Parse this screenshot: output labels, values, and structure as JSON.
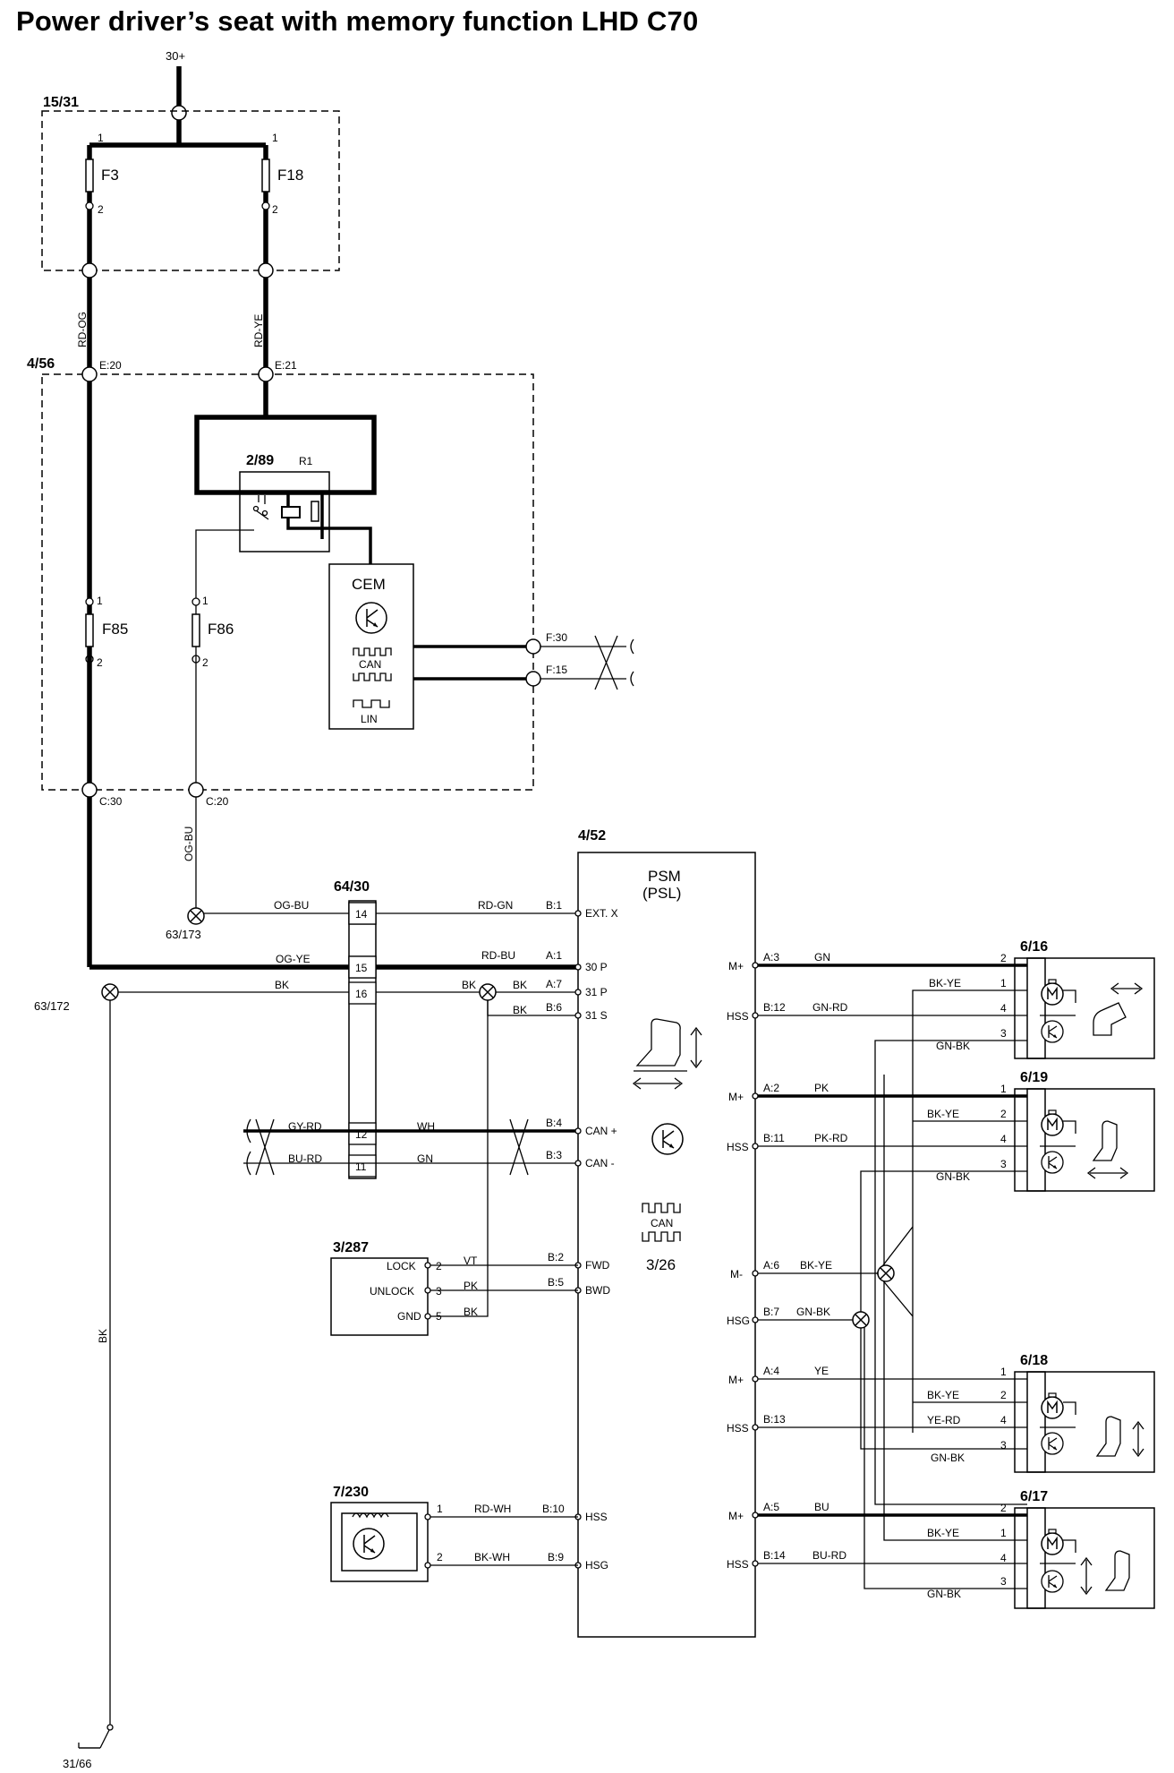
{
  "title": "Power driver’s seat with memory function LHD C70",
  "supply": {
    "label": "30+"
  },
  "fusebox": {
    "id": "15/31",
    "fuse1": "F3",
    "fuse2": "F18",
    "pin1": "1",
    "pin2": "2"
  },
  "wires_top": {
    "left": "RD-OG",
    "right": "RD-YE"
  },
  "cem_box": {
    "id": "4/56",
    "pin_e20": "E:20",
    "pin_e21": "E:21",
    "relay_id": "2/89",
    "relay_ref": "R1",
    "fuse85": "F85",
    "fuse86": "F86",
    "cem": "CEM",
    "can": "CAN",
    "lin": "LIN",
    "pin_f30": "F:30",
    "pin_f15": "F:15",
    "pin_c30": "C:30",
    "pin_c20": "C:20"
  },
  "og_bu_wire": "OG-BU",
  "splices": {
    "s173": "63/173",
    "s172": "63/172",
    "ground": "31/66"
  },
  "connector": {
    "id": "64/30",
    "pins": [
      "14",
      "15",
      "16",
      "12",
      "11"
    ]
  },
  "wire_labels": {
    "og_bu": "OG-BU",
    "og_ye": "OG-YE",
    "bk": "BK",
    "gy_rd": "GY-RD",
    "bu_rd": "BU-RD",
    "rd_gn": "RD-GN",
    "rd_bu": "RD-BU",
    "bk2": "BK",
    "bk3": "BK",
    "bk4": "BK",
    "wh": "WH",
    "gn": "GN",
    "bk_vertical": "BK"
  },
  "psm": {
    "id": "4/52",
    "name": "PSM",
    "sub": "(PSL)",
    "can": "CAN",
    "ref": "3/26",
    "left_pins": [
      {
        "pin": "B:1",
        "label": "EXT. X"
      },
      {
        "pin": "A:1",
        "label": "30 P"
      },
      {
        "pin": "A:7",
        "label": "31 P"
      },
      {
        "pin": "B:6",
        "label": "31 S"
      },
      {
        "pin": "B:4",
        "label": "CAN +"
      },
      {
        "pin": "B:3",
        "label": "CAN -"
      },
      {
        "pin": "B:2",
        "label": "FWD"
      },
      {
        "pin": "B:5",
        "label": "BWD"
      },
      {
        "pin": "B:10",
        "label": "HSS"
      },
      {
        "pin": "B:9",
        "label": "HSG"
      }
    ],
    "right_pins": [
      {
        "label": "M+",
        "pin": "A:3",
        "wire": "GN"
      },
      {
        "label": "HSS",
        "pin": "B:12",
        "wire": "GN-RD"
      },
      {
        "label": "M+",
        "pin": "A:2",
        "wire": "PK"
      },
      {
        "label": "HSS",
        "pin": "B:11",
        "wire": "PK-RD"
      },
      {
        "label": "M-",
        "pin": "A:6",
        "wire": "BK-YE"
      },
      {
        "label": "HSG",
        "pin": "B:7",
        "wire": "GN-BK"
      },
      {
        "label": "M+",
        "pin": "A:4",
        "wire": "YE"
      },
      {
        "label": "HSS",
        "pin": "B:13",
        "wire": ""
      },
      {
        "label": "M+",
        "pin": "A:5",
        "wire": "BU"
      },
      {
        "label": "HSS",
        "pin": "B:14",
        "wire": "BU-RD"
      }
    ]
  },
  "switch": {
    "id": "3/287",
    "rows": [
      {
        "name": "LOCK",
        "pin": "2",
        "wire": "VT"
      },
      {
        "name": "UNLOCK",
        "pin": "3",
        "wire": "PK"
      },
      {
        "name": "GND",
        "pin": "5",
        "wire": "BK"
      }
    ]
  },
  "sensor": {
    "id": "7/230",
    "pin1": "1",
    "pin2": "2",
    "wire1": "RD-WH",
    "wire2": "BK-WH"
  },
  "motors": [
    {
      "id": "6/16",
      "pins": [
        "2",
        "1",
        "4",
        "3"
      ],
      "wires": [
        "",
        "BK-YE",
        "",
        "GN-BK"
      ]
    },
    {
      "id": "6/19",
      "pins": [
        "1",
        "2",
        "4",
        "3"
      ],
      "wires": [
        "",
        "BK-YE",
        "",
        "GN-BK"
      ]
    },
    {
      "id": "6/18",
      "pins": [
        "1",
        "2",
        "4",
        "3"
      ],
      "wires": [
        "",
        "BK-YE",
        "YE-RD",
        "GN-BK"
      ]
    },
    {
      "id": "6/17",
      "pins": [
        "2",
        "1",
        "4",
        "3"
      ],
      "wires": [
        "",
        "BK-YE",
        "",
        "GN-BK"
      ]
    }
  ]
}
